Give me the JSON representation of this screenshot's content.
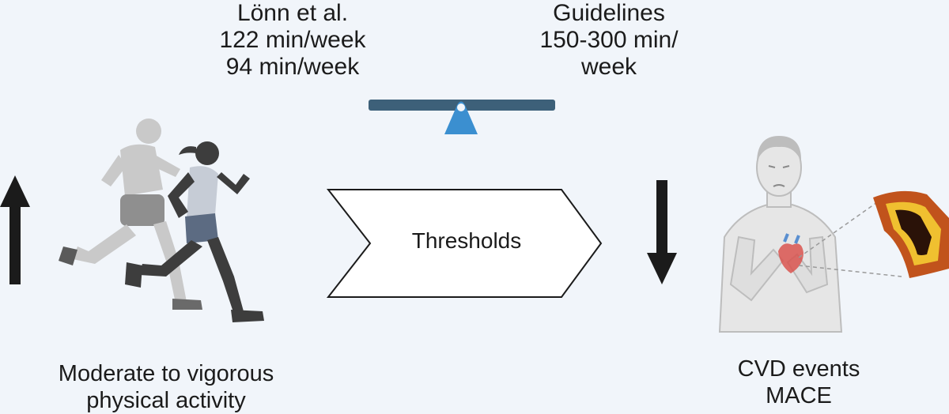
{
  "study": {
    "author": "Lönn et al.",
    "value_1": "122 min/week",
    "value_2": "94 min/week"
  },
  "guidelines": {
    "title": "Guidelines",
    "range_line_1": "150-300 min/",
    "range_line_2": "week"
  },
  "thresholds_label": "Thresholds",
  "activity": {
    "line_1": "Moderate to vigorous",
    "line_2": "physical activity",
    "direction": "up"
  },
  "outcome": {
    "line_1": "CVD events",
    "line_2": "MACE",
    "direction": "down"
  },
  "colors": {
    "balance_beam": "#3d6079",
    "balance_fulcrum": "#3b8fd0",
    "arrow": "#1b1b1b",
    "artery": "#c1531c"
  },
  "icons": [
    "runners-icon",
    "balance-scale-icon",
    "chest-pain-person-icon",
    "artery-plaque-icon"
  ]
}
